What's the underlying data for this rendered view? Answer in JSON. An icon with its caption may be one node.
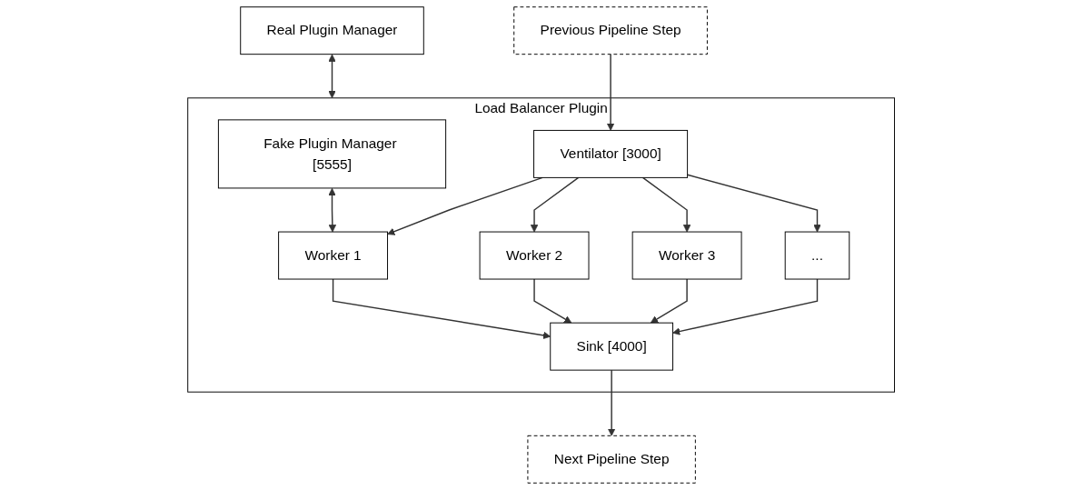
{
  "diagram": {
    "nodes": [
      {
        "text": [
          "Real Plugin Manager"
        ]
      },
      {
        "text": [
          "Load Balancer Plugin"
        ]
      },
      {
        "text": [
          "Fake Plugin Manager [5555]"
        ],
        "in": 1
      },
      {
        "text": [
          "Ventilator [3000]"
        ],
        "in": 1
      },
      {
        "text": [
          "Worker 1"
        ],
        "in": 1
      },
      {
        "text": [
          "Worker 2"
        ],
        "in": 1
      },
      {
        "text": [
          "Worker 3"
        ],
        "in": 1
      },
      {
        "text": [
          "..."
        ],
        "in": 1
      },
      {
        "text": [
          "Sink [4000]"
        ],
        "in": 1
      },
      {
        "text": [
          "Previous Pipeline Step"
        ]
      },
      {
        "text": [
          "Next Pipeline Step"
        ]
      }
    ],
    "edges": [
      {
        "from": 0,
        "to": 1,
        "arrow": "both"
      },
      {
        "from": 9,
        "to": 3,
        "arrow": "to"
      },
      {
        "from": 2,
        "to": 4,
        "arrow": "both"
      },
      {
        "from": 3,
        "to": 4,
        "arrow": "to"
      },
      {
        "from": 3,
        "to": 5,
        "arrow": "to"
      },
      {
        "from": 3,
        "to": 6,
        "arrow": "to"
      },
      {
        "from": 3,
        "to": 7,
        "arrow": "to"
      },
      {
        "from": 4,
        "to": 8,
        "arrow": "to"
      },
      {
        "from": 5,
        "to": 8,
        "arrow": "to"
      },
      {
        "from": 6,
        "to": 8,
        "arrow": "to"
      },
      {
        "from": 7,
        "to": 8,
        "arrow": "to"
      },
      {
        "from": 8,
        "to": 10,
        "arrow": "to"
      }
    ]
  }
}
